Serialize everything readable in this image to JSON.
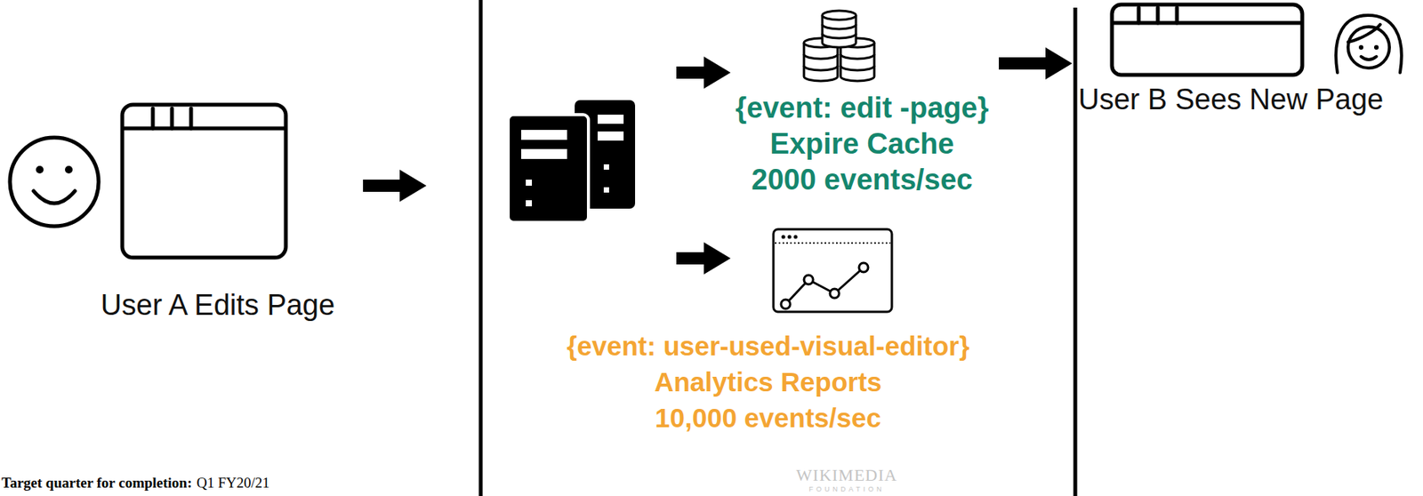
{
  "diagram": {
    "nodes": [
      {
        "text": [
          "User A Edits Page"
        ]
      },
      {
        "text": [
          "{event: edit -page}",
          "Expire Cache",
          "2000 events/sec"
        ]
      },
      {
        "text": [
          "{event: user-used-visual-editor}",
          "Analytics Reports",
          "10,000 events/sec"
        ]
      },
      {
        "text": [
          "User B Sees New Page"
        ]
      }
    ],
    "edges": [
      {
        "from": 1,
        "to": 3,
        "arrow": "to"
      }
    ],
    "labels": [
      "Target quarter for completion:",
      "Q1 FY20/21",
      "WIKIMEDIA",
      "FOUNDATION"
    ]
  }
}
